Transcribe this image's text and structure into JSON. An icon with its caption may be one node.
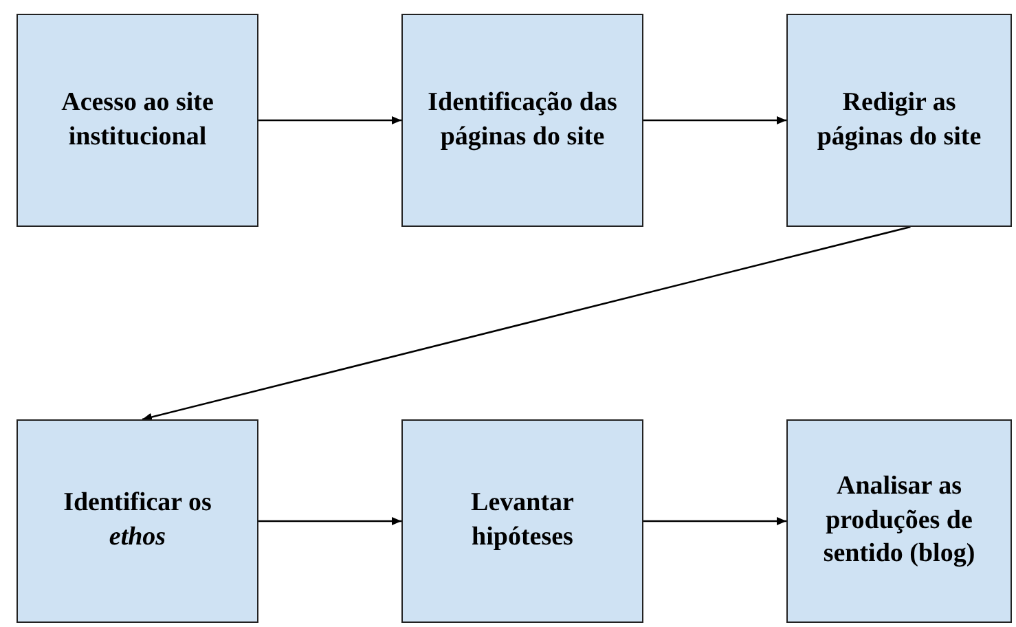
{
  "diagram": {
    "nodes": [
      {
        "text": [
          "Acesso ao site institucional"
        ]
      },
      {
        "text": [
          "Identificação das páginas do site"
        ]
      },
      {
        "text": [
          "Redigir as páginas do site"
        ]
      },
      {
        "text": [
          "Identificar os *ethos*"
        ]
      },
      {
        "text": [
          "Levantar hipóteses"
        ]
      },
      {
        "text": [
          "Analisar as produções de sentido (blog)"
        ]
      }
    ],
    "edges": [
      {
        "from": 0,
        "to": 1,
        "arrow": "to"
      },
      {
        "from": 1,
        "to": 2,
        "arrow": "to"
      },
      {
        "from": 2,
        "to": 3,
        "arrow": "to"
      },
      {
        "from": 3,
        "to": 4,
        "arrow": "to"
      },
      {
        "from": 4,
        "to": 5,
        "arrow": "to"
      }
    ]
  }
}
